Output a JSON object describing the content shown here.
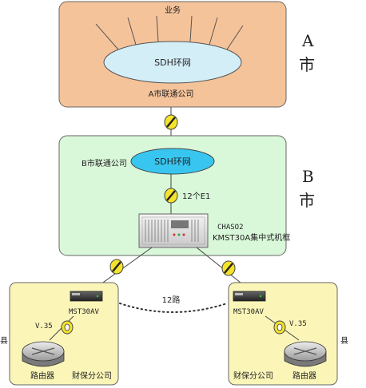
{
  "regions": {
    "city_a": {
      "label_letter": "A",
      "label_city": "市",
      "ring_label": "SDH环网",
      "service_label": "业务",
      "company_label": "A市联通公司",
      "fill": "#f5c39a"
    },
    "city_b": {
      "label_letter": "B",
      "label_city": "市",
      "ring_label": "SDH环网",
      "company_label": "B市联通公司",
      "link_label": "12个E1",
      "chassis_name": "CHASO2",
      "chassis_desc": "KMST30A集中式机框",
      "fill": "#d9f7d9"
    },
    "county_left": {
      "county_label": "县",
      "device_name": "MST30AV",
      "interface": "V.35",
      "router_label": "路由器",
      "branch_label": "财保分公司",
      "fill": "#fbf6b8"
    },
    "county_right": {
      "county_label": "县",
      "device_name": "MST30AV",
      "interface": "V.35",
      "router_label": "路由器",
      "branch_label": "财保分公司",
      "fill": "#fbf6b8"
    }
  },
  "links": {
    "count_label": "12路"
  },
  "colors": {
    "ring_fill_a": "#d4eef8",
    "ring_fill_b": "#38c6f0",
    "link_yellow": "#f5e32a"
  },
  "icons": {
    "connector": "fiber-connector-icon",
    "router": "router-icon",
    "chassis": "rack-chassis-icon",
    "modem": "modem-icon"
  }
}
